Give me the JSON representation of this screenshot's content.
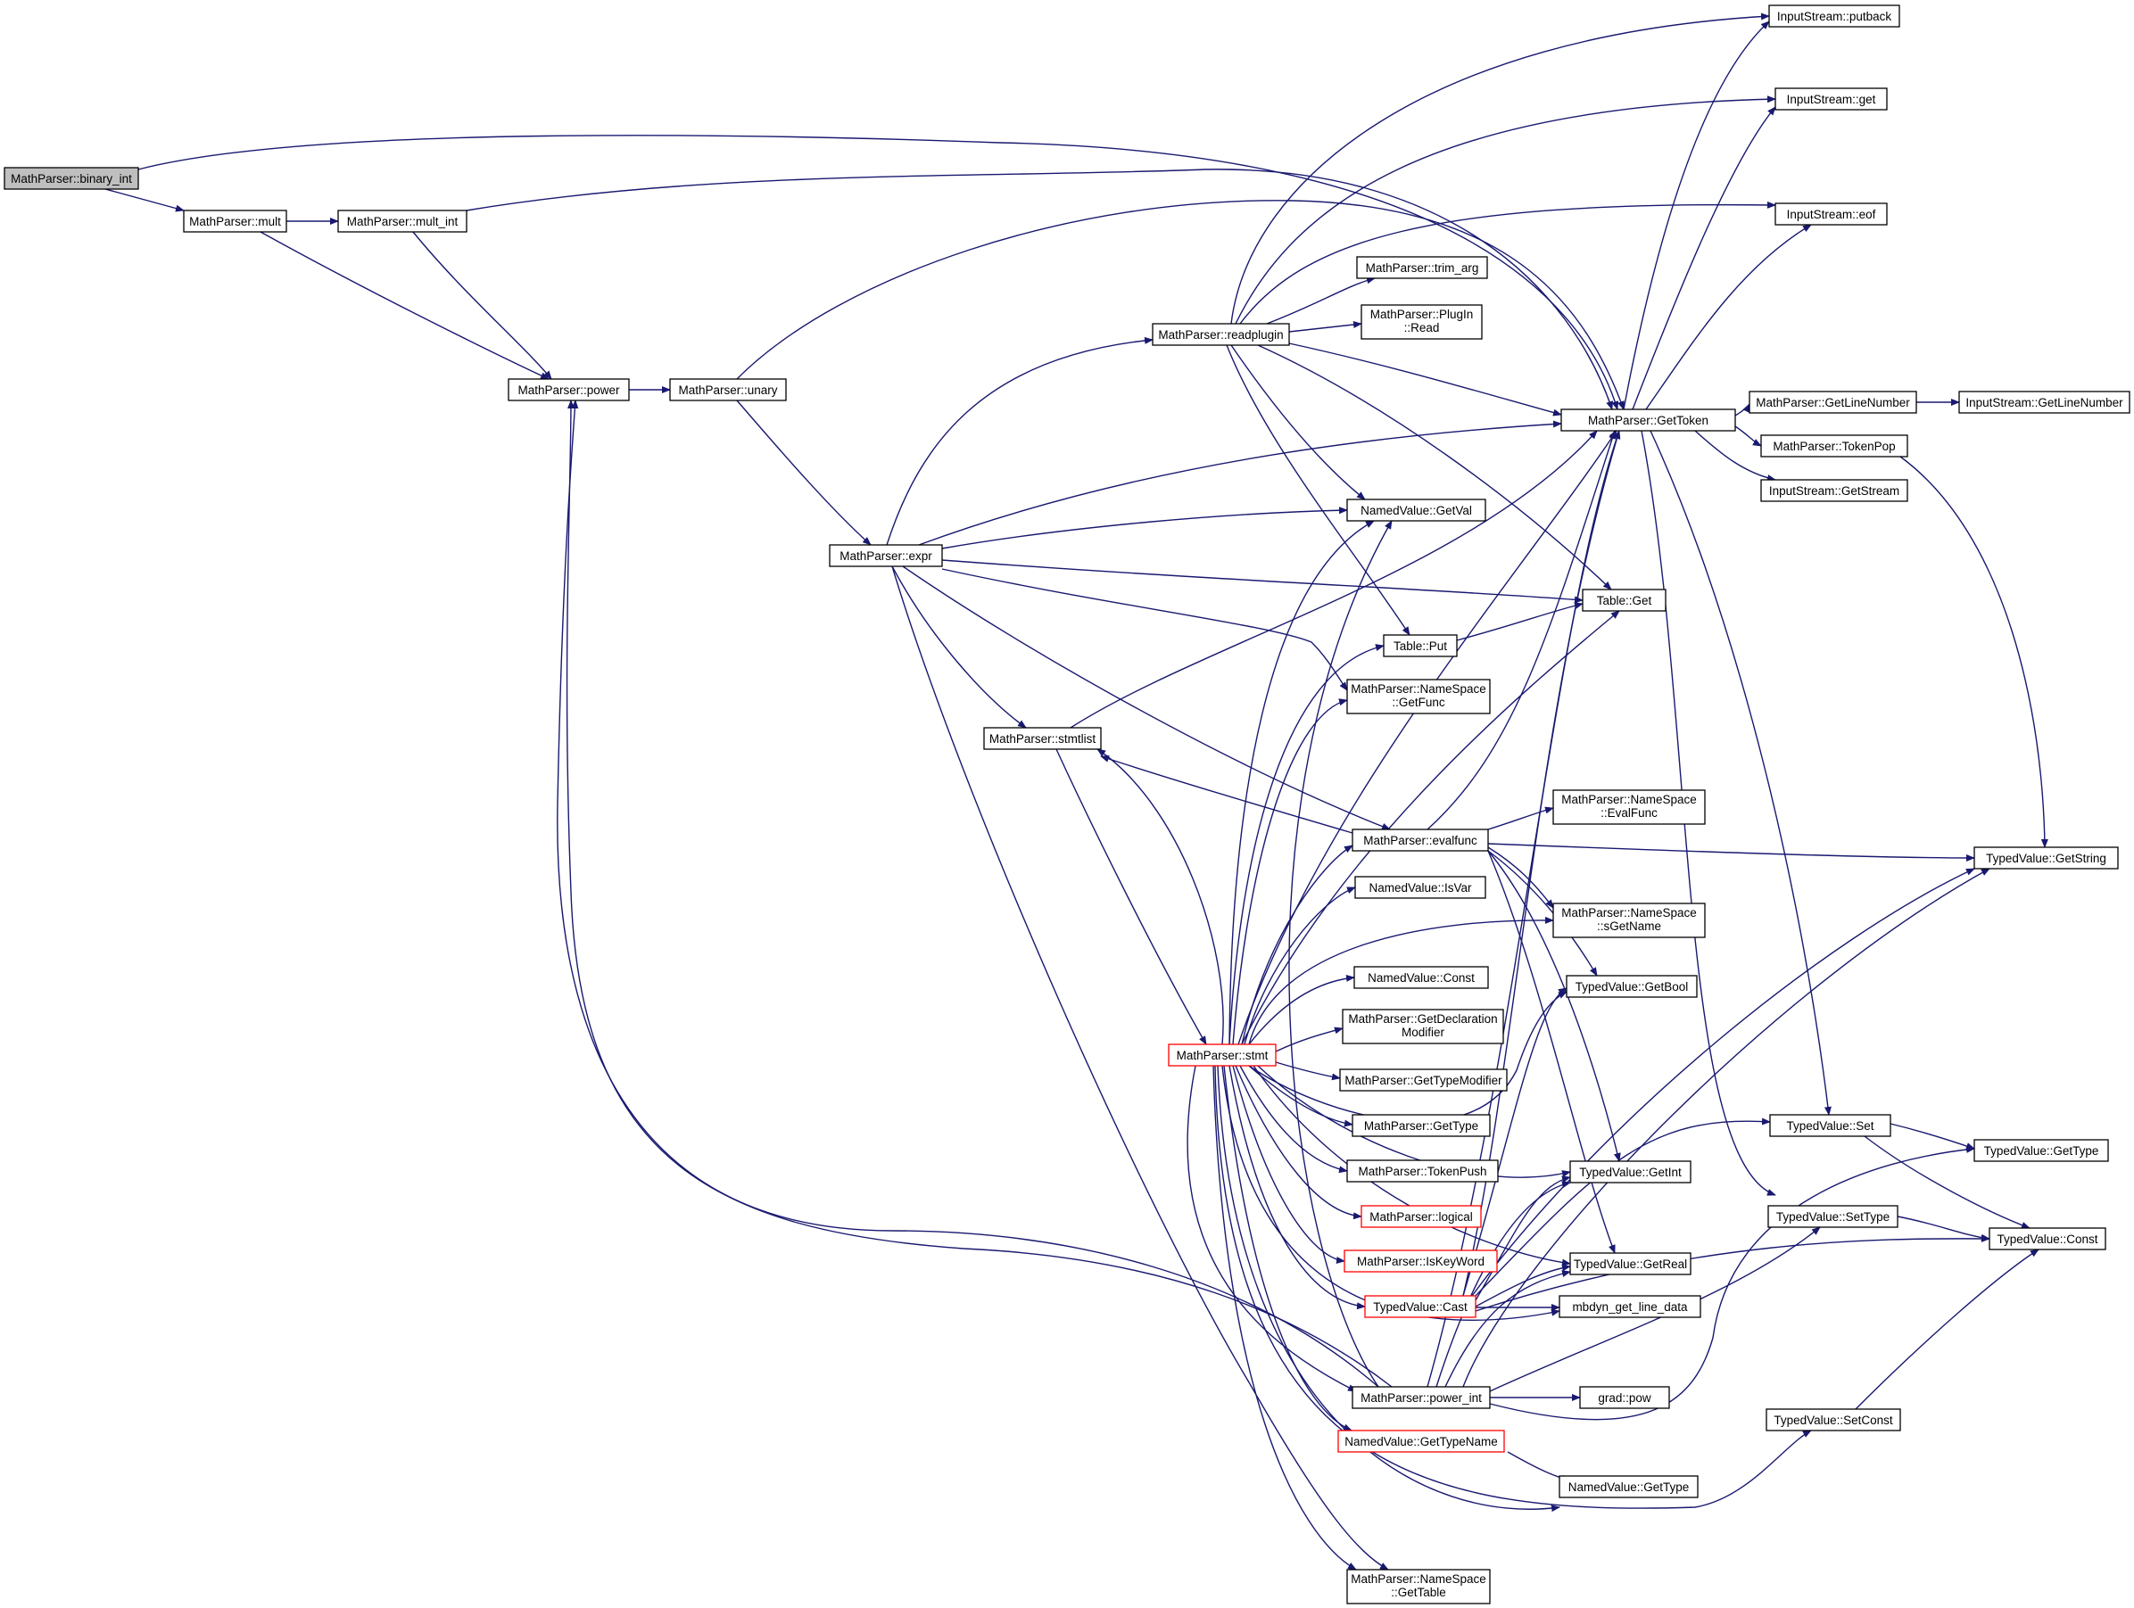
{
  "graph": {
    "edge_color": "#191970",
    "node_border_color": "#000000",
    "truncated_border_color": "#ff0000",
    "root_fill_color": "#bfbfbf",
    "nodes": {
      "binary_int": [
        "MathParser::binary_int"
      ],
      "mult": [
        "MathParser::mult"
      ],
      "mult_int": [
        "MathParser::mult_int"
      ],
      "power": [
        "MathParser::power"
      ],
      "unary": [
        "MathParser::unary"
      ],
      "expr": [
        "MathParser::expr"
      ],
      "stmtlist": [
        "MathParser::stmtlist"
      ],
      "readplugin": [
        "MathParser::readplugin"
      ],
      "stmt": [
        "MathParser::stmt"
      ],
      "evalfunc": [
        "MathParser::evalfunc"
      ],
      "power_int": [
        "MathParser::power_int"
      ],
      "trim_arg": [
        "MathParser::trim_arg"
      ],
      "plugin_read": [
        "MathParser::PlugIn",
        "::Read"
      ],
      "getval": [
        "NamedValue::GetVal"
      ],
      "table_put": [
        "Table::Put"
      ],
      "ns_getfunc": [
        "MathParser::NameSpace",
        "::GetFunc"
      ],
      "isvar": [
        "NamedValue::IsVar"
      ],
      "nv_const": [
        "NamedValue::Const"
      ],
      "getdeclmod": [
        "MathParser::GetDeclaration",
        "Modifier"
      ],
      "gettypemod": [
        "MathParser::GetTypeModifier"
      ],
      "mp_gettype": [
        "MathParser::GetType"
      ],
      "tokenpush": [
        "MathParser::TokenPush"
      ],
      "logical": [
        "MathParser::logical"
      ],
      "iskeyword": [
        "MathParser::IsKeyWord"
      ],
      "cast": [
        "TypedValue::Cast"
      ],
      "nv_gettypename": [
        "NamedValue::GetTypeName"
      ],
      "ns_gettable": [
        "MathParser::NameSpace",
        "::GetTable"
      ],
      "gettoken": [
        "MathParser::GetToken"
      ],
      "table_get": [
        "Table::Get"
      ],
      "ns_evalfunc": [
        "MathParser::NameSpace",
        "::EvalFunc"
      ],
      "ns_sgetname": [
        "MathParser::NameSpace",
        "::sGetName"
      ],
      "getbool": [
        "TypedValue::GetBool"
      ],
      "getint": [
        "TypedValue::GetInt"
      ],
      "getreal": [
        "TypedValue::GetReal"
      ],
      "mbdyn": [
        "mbdyn_get_line_data"
      ],
      "gradpow": [
        "grad::pow"
      ],
      "nv_gettype": [
        "NamedValue::GetType"
      ],
      "putback": [
        "InputStream::putback"
      ],
      "is_get": [
        "InputStream::get"
      ],
      "eof": [
        "InputStream::eof"
      ],
      "mp_getlinenumber": [
        "MathParser::GetLineNumber"
      ],
      "tokenpop": [
        "MathParser::TokenPop"
      ],
      "getstream": [
        "InputStream::GetStream"
      ],
      "is_getlinenumber": [
        "InputStream::GetLineNumber"
      ],
      "tv_set": [
        "TypedValue::Set"
      ],
      "tv_settype": [
        "TypedValue::SetType"
      ],
      "tv_setconst": [
        "TypedValue::SetConst"
      ],
      "tv_getstring": [
        "TypedValue::GetString"
      ],
      "tv_gettype": [
        "TypedValue::GetType"
      ],
      "tv_const": [
        "TypedValue::Const"
      ]
    }
  }
}
